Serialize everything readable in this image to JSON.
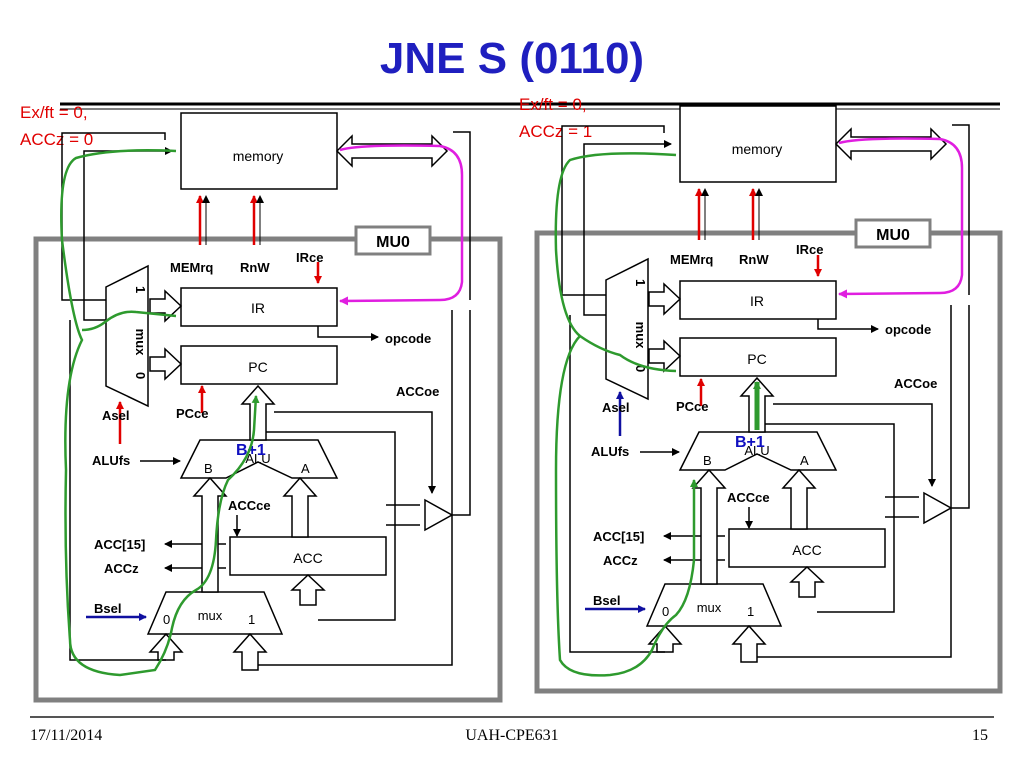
{
  "slide": {
    "title": "JNE S (0110)",
    "footer": {
      "date": "17/11/2014",
      "course": "UAH-CPE631",
      "page": "15"
    }
  },
  "panels": [
    {
      "id": "left",
      "condition": [
        "Ex/ft = 0,",
        "ACCz = 0"
      ],
      "unit": "MU0",
      "blocks": {
        "memory": "memory",
        "ir": "IR",
        "pc": "PC",
        "alu": "ALU",
        "acc": "ACC",
        "addr_mux": "mux",
        "b_mux": "mux"
      },
      "signals": {
        "memrq": "MEMrq",
        "rnw": "RnW",
        "irce": "IRce",
        "opcode": "opcode",
        "asel": "Asel",
        "pcce": "PCce",
        "accoe": "ACCoe",
        "alufs": "ALUfs",
        "accce": "ACCce",
        "acc15": "ACC[15]",
        "accz": "ACCz",
        "bsel": "Bsel"
      },
      "labels": {
        "alu_b": "B",
        "alu_a": "A",
        "mux_1": "1",
        "mux_0": "0",
        "bmux_0": "0",
        "bmux_1": "1"
      },
      "alu_op": "B+1"
    },
    {
      "id": "right",
      "condition": [
        "Ex/ft = 0,",
        "ACCz = 1"
      ],
      "unit": "MU0",
      "blocks": {
        "memory": "memory",
        "ir": "IR",
        "pc": "PC",
        "alu": "ALU",
        "acc": "ACC",
        "addr_mux": "mux",
        "b_mux": "mux"
      },
      "signals": {
        "memrq": "MEMrq",
        "rnw": "RnW",
        "irce": "IRce",
        "opcode": "opcode",
        "asel": "Asel",
        "pcce": "PCce",
        "accoe": "ACCoe",
        "alufs": "ALUfs",
        "accce": "ACCce",
        "acc15": "ACC[15]",
        "accz": "ACCz",
        "bsel": "Bsel"
      },
      "labels": {
        "alu_b": "B",
        "alu_a": "A",
        "mux_1": "1",
        "mux_0": "0",
        "bmux_0": "0",
        "bmux_1": "1"
      },
      "alu_op": "B+1"
    }
  ],
  "colors": {
    "title": "#1f1fbf",
    "condition": "#e00000",
    "control": "#e00000",
    "data_path": "#2e9a2e",
    "memory_to_ir": "#e01ee0",
    "alu_op": "#1010c0",
    "bsel": "#1010a0",
    "box_frame": "#808080"
  }
}
